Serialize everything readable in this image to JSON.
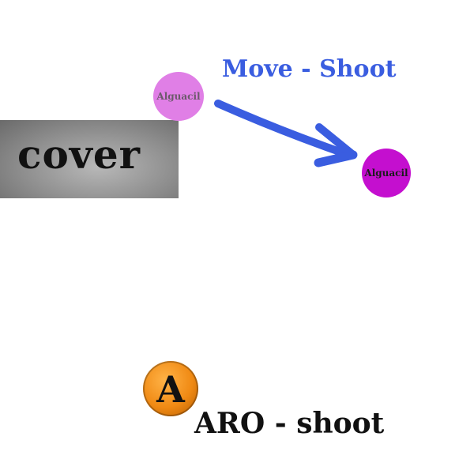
{
  "cover": {
    "label": "cover"
  },
  "units": {
    "ghost": {
      "name": "Alguacil",
      "color": "#e07fe6"
    },
    "active": {
      "name": "Alguacil",
      "color": "#c40fcf"
    }
  },
  "action": {
    "label": "Move - Shoot",
    "color": "#3a5de0",
    "arrow_icon": "arrow-right-icon"
  },
  "aro": {
    "badge_letter": "A",
    "badge_color": "#f08a14",
    "label": "ARO - shoot"
  }
}
